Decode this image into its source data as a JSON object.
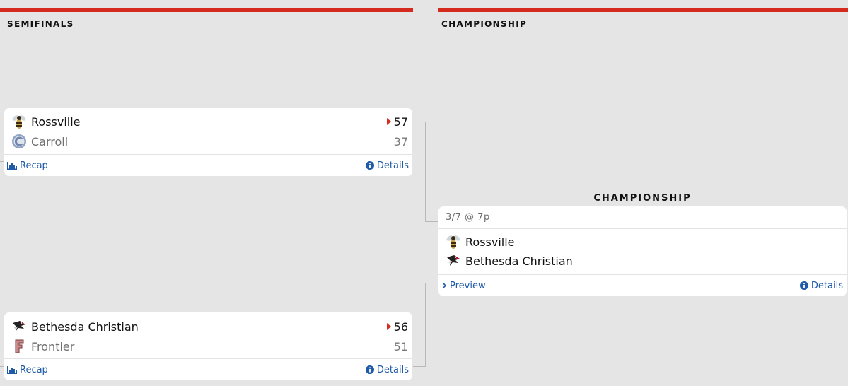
{
  "columns": {
    "left_title": "SEMIFINALS",
    "right_title": "CHAMPIONSHIP",
    "center_title": "CHAMPIONSHIP"
  },
  "semifinals": [
    {
      "team1": {
        "name": "Rossville",
        "score": "57",
        "logo": "hornet-icon"
      },
      "team2": {
        "name": "Carroll",
        "score": "37",
        "logo": "carroll-c-icon"
      },
      "recap_label": "Recap",
      "details_label": "Details"
    },
    {
      "team1": {
        "name": "Bethesda Christian",
        "score": "56",
        "logo": "eagle-icon"
      },
      "team2": {
        "name": "Frontier",
        "score": "51",
        "logo": "frontier-f-icon"
      },
      "recap_label": "Recap",
      "details_label": "Details"
    }
  ],
  "championship": {
    "datetime": "3/7 @ 7p",
    "team1": {
      "name": "Rossville",
      "logo": "hornet-icon"
    },
    "team2": {
      "name": "Bethesda Christian",
      "logo": "eagle-icon"
    },
    "preview_label": "Preview",
    "details_label": "Details"
  },
  "colors": {
    "accent_red": "#d52b1e",
    "link_blue": "#1e5aa8",
    "background": "#e5e5e5"
  }
}
